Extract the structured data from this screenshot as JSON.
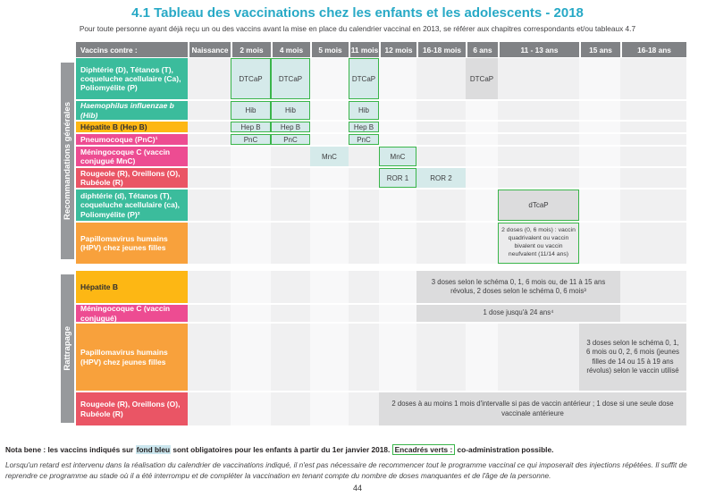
{
  "page": {
    "title": "4.1 Tableau des vaccinations chez les enfants et les adolescents - 2018",
    "subtitle": "Pour toute personne ayant déjà reçu un ou des vaccins avant la mise en place du calendrier vaccinal en 2013, se référer aux chapitres correspondants et/ou tableaux 4.7",
    "page_number": "44"
  },
  "colors": {
    "accent_teal": "#27A9C6",
    "green_border": "#3AB54A",
    "blue_cell": "#D5EAEA",
    "gray_cell": "#DCDCDD",
    "teal_row": "#3BBC9C",
    "gold_row": "#FDB714",
    "pink_row": "#ED4C92",
    "coral_row": "#EA5565",
    "orange_row": "#F8A13C",
    "header_gray": "#808285",
    "sidebar_gray": "#97999C"
  },
  "table": {
    "header": [
      "Vaccins contre :",
      "Naissance",
      "2 mois",
      "4 mois",
      "5 mois",
      "11 mois",
      "12 mois",
      "16-18 mois",
      "6 ans",
      "11 - 13 ans",
      "15 ans",
      "16-18 ans"
    ],
    "sections": [
      {
        "side_label": "Recommandations générales",
        "rows": [
          {
            "label": "Diphtérie (D), Tétanos (T), coqueluche acellulaire (Ca), Poliomyélite (P)"
          },
          {
            "label": "Haemophilus influenzae b (Hib)"
          },
          {
            "label": "Hépatite B (Hep B)"
          },
          {
            "label": "Pneumocoque (PnC)¹"
          },
          {
            "label": "Méningocoque C (vaccin conjugué MnC)"
          },
          {
            "label": "Rougeole (R), Oreillons (O), Rubéole (R)"
          },
          {
            "label": "diphtérie (d), Tétanos (T), coqueluche acellulaire (ca), Poliomyélite (P)²"
          },
          {
            "label": "Papillomavirus humains (HPV) chez jeunes filles"
          }
        ]
      },
      {
        "side_label": "Rattrapage",
        "rows": [
          {
            "label": "Hépatite B"
          },
          {
            "label": "Méningocoque C (vaccin conjugué)"
          },
          {
            "label": "Papillomavirus humains (HPV) chez jeunes filles"
          },
          {
            "label": "Rougeole (R), Oreillons (O), Rubéole (R)"
          }
        ]
      }
    ]
  },
  "cells": {
    "dtcap": "DTCaP",
    "hib": "Hib",
    "hepb": "Hep B",
    "pnc": "PnC",
    "mnc": "MnC",
    "ror1": "ROR 1",
    "ror2": "ROR 2",
    "dtcap_booster": "dTcaP",
    "hpv_note": "2 doses (0, 6 mois) : vaccin quadrivalent ou vaccin bivalent ou vaccin neufvalent (11/14 ans)",
    "hepb_rattrapage": "3 doses selon le schéma 0, 1, 6 mois ou, de 11 à 15 ans révolus, 2 doses selon le schéma 0, 6 mois³",
    "mnc_rattrapage": "1 dose jusqu'à 24 ans⁴",
    "hpv_rattrapage": "3 doses selon le schéma 0, 1, 6 mois ou 0, 2, 6 mois (jeunes filles de 14 ou 15 à 19 ans révolus) selon le vaccin utilisé",
    "ror_rattrapage": "2 doses à au moins 1 mois d'intervalle si pas de vaccin antérieur ; 1 dose si une seule dose vaccinale antérieure"
  },
  "notes": {
    "nota_prefix": "Nota bene : les vaccins indiqués sur ",
    "fond_bleu": "fond bleu",
    "nota_middle": " sont obligatoires pour les enfants à partir du 1er janvier 2018. ",
    "encadres_verts": "Encadrés verts :",
    "nota_suffix": " co-administration possible.",
    "retard": "Lorsqu'un retard est intervenu dans la réalisation du calendrier de vaccinations indiqué, il n'est pas nécessaire de recommencer tout le programme vaccinal ce qui imposerait des injections répétées. Il suffit de reprendre ce programme au stade où il a été interrompu et de compléter la vaccination en tenant compte du nombre de doses manquantes et de l'âge de la personne."
  }
}
